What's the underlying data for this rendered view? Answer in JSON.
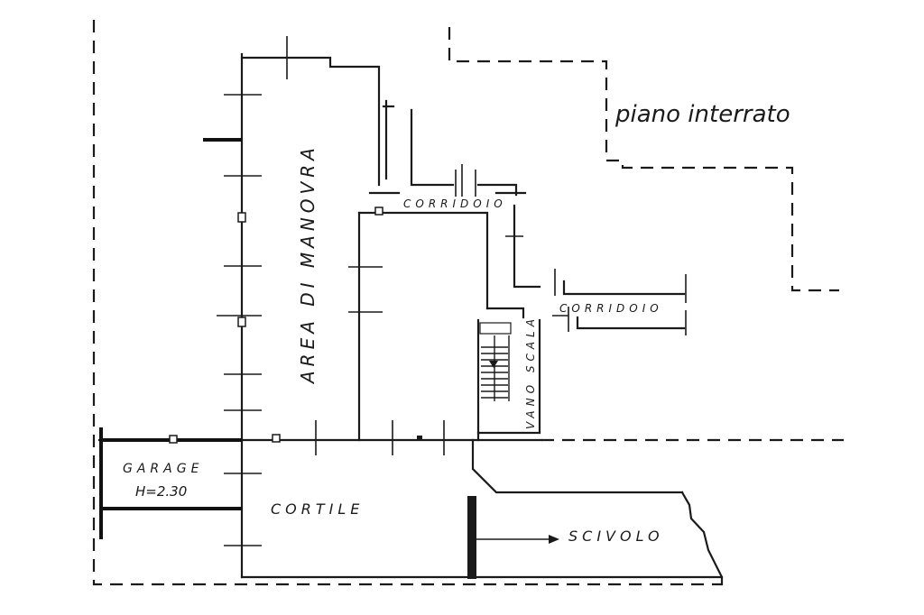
{
  "labels": {
    "piano_interrato": "piano interrato",
    "area_di_manovra": "AREA DI MANOVRA",
    "corridoio_top": "CORRIDOIO",
    "corridoio_right": "CORRIDOIO",
    "vano_scala": "VANO SCALA",
    "garage": "GARAGE",
    "garage_height": "H=2.30",
    "cortile": "CORTILE",
    "scivolo": "SCIVOLO"
  },
  "colors": {
    "ink": "#1a1a1a",
    "paper": "#ffffff"
  }
}
